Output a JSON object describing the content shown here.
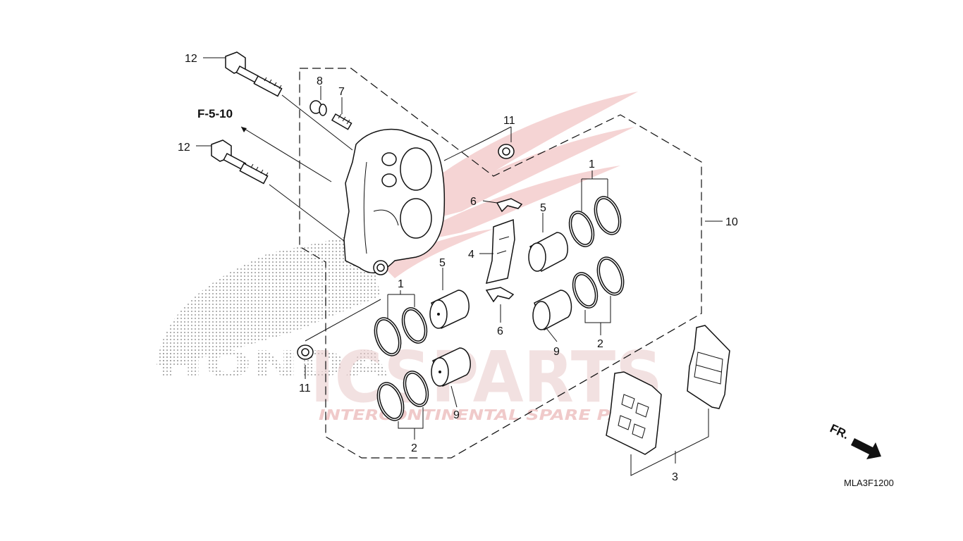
{
  "watermark": {
    "brand": "HONDA",
    "logo": "ICSPARTS",
    "tagline": "INTERCONTINENTAL SPARE PARTS",
    "color": "#d43a3a"
  },
  "diagram_code": "MLA3F1200",
  "reference": "F-5-10",
  "direction_marker": "FR.",
  "callouts": {
    "c1a": "1",
    "c1b": "1",
    "c2a": "2",
    "c2b": "2",
    "c3": "3",
    "c4": "4",
    "c5a": "5",
    "c5b": "5",
    "c6a": "6",
    "c6b": "6",
    "c7": "7",
    "c8": "8",
    "c9a": "9",
    "c9b": "9",
    "c10": "10",
    "c11a": "11",
    "c11b": "11",
    "c12a": "12",
    "c12b": "12"
  }
}
